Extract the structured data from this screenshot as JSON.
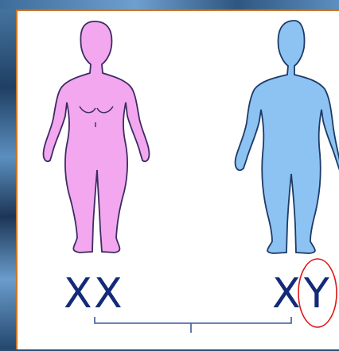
{
  "colors": {
    "female_fill": "#f2a7ee",
    "female_stroke": "#3c2b64",
    "male_fill": "#8cc3f2",
    "male_stroke": "#1e3a66",
    "letter_color": "#122a78",
    "highlight_circle": "#e01515",
    "bracket": "#3a5a9a",
    "panel_border": "#c9772b"
  },
  "female": {
    "chromosome_1": "X",
    "chromosome_2": "X"
  },
  "male": {
    "chromosome_1": "X",
    "chromosome_2": "Y"
  }
}
